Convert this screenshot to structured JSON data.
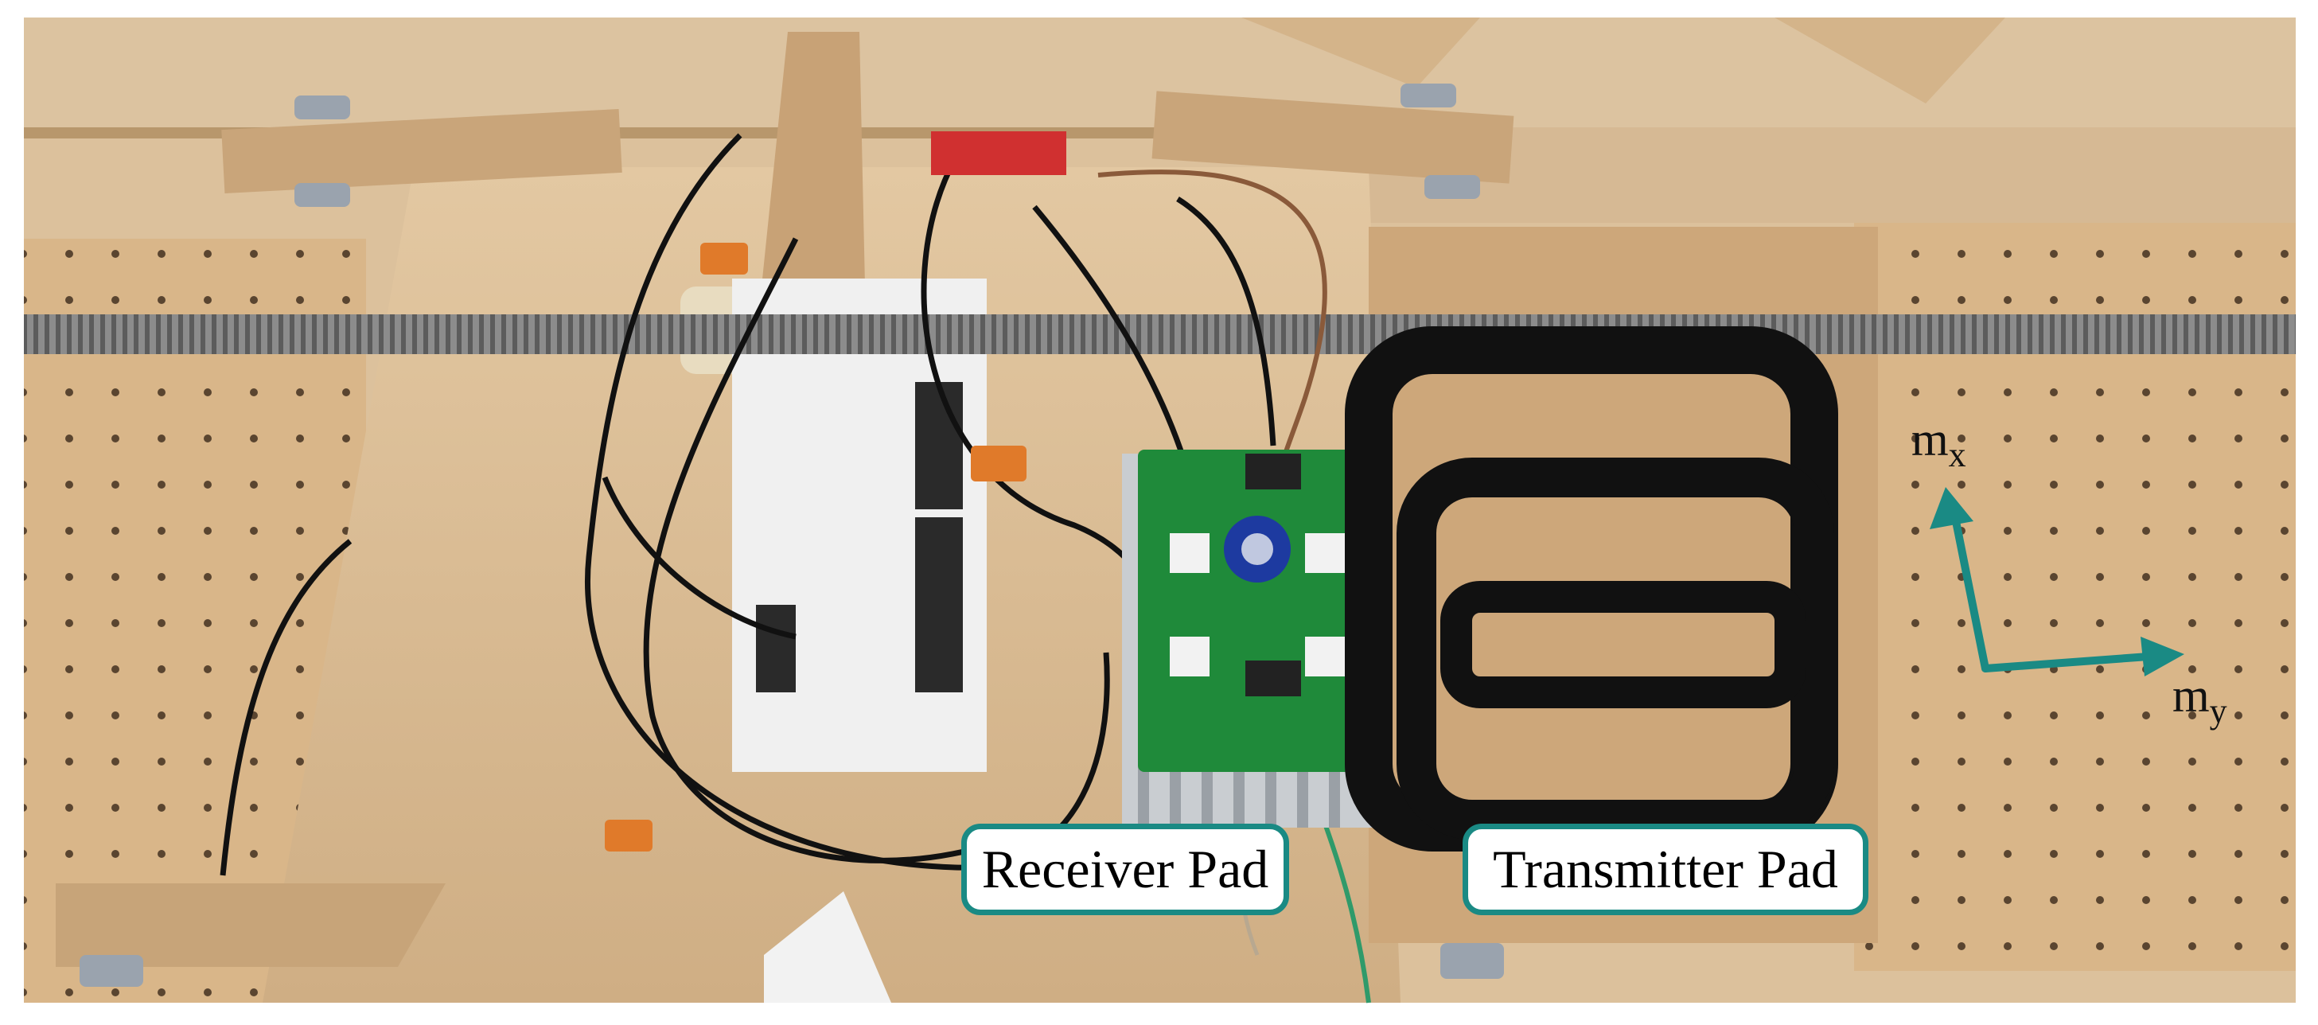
{
  "labels": {
    "receiver": "Receiver Pad",
    "transmitter": "Transmitter Pad"
  },
  "axes": {
    "x_main": "m",
    "x_sub": "x",
    "y_main": "m",
    "y_sub": "y"
  },
  "colors": {
    "accent": "#1a8a84",
    "board": "#d8b48a",
    "pcb": "#1f8a3a",
    "coil": "#111111",
    "rod": "#8a8a8a"
  }
}
